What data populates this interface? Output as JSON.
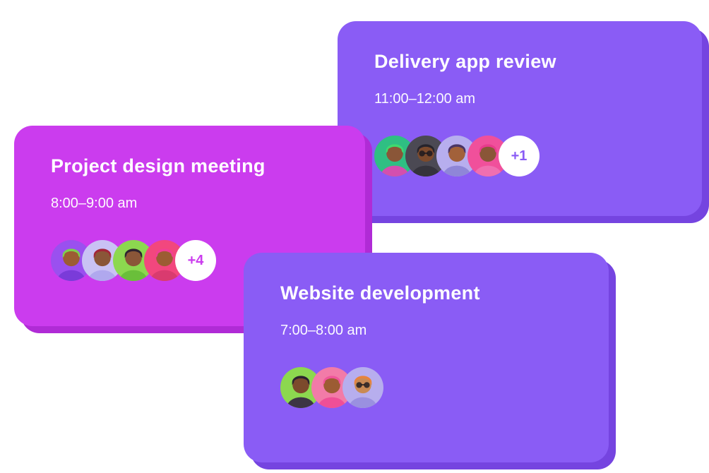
{
  "page": {
    "background_color": "#ffffff"
  },
  "cards": [
    {
      "name": "delivery-app-review",
      "title": "Delivery app review",
      "time": "11:00–12:00 am",
      "overflow_label": "+1",
      "colors": {
        "background": "#8a5cf5",
        "shadow": "#7544e0",
        "text": "#ffffff",
        "badge_background": "#ffffff",
        "badge_text": "#8a5cf5"
      },
      "avatars": [
        {
          "name": "green-hair-person",
          "bg": "#2fbf83",
          "skin": "#8a5638",
          "hair": "#3fd96f",
          "shirt": "#d44fae",
          "glasses": false
        },
        {
          "name": "bearded-man",
          "bg": "#4b4953",
          "skin": "#7c4a2c",
          "hair": "#26242c",
          "shirt": "#35333c",
          "glasses": true
        },
        {
          "name": "purple-hair-person",
          "bg": "#b7aeee",
          "skin": "#a2613a",
          "hair": "#4a3566",
          "shirt": "#8f86d8",
          "glasses": false
        },
        {
          "name": "pink-cap-person",
          "bg": "#f0509b",
          "skin": "#8a5638",
          "hair": "#e83b8c",
          "shirt": "#f06fb0",
          "glasses": false
        }
      ]
    },
    {
      "name": "project-design-meeting",
      "title": "Project design meeting",
      "time": "8:00–9:00 am",
      "overflow_label": "+4",
      "colors": {
        "background": "#cb3cee",
        "shadow": "#b02bd6",
        "text": "#ffffff",
        "badge_background": "#ffffff",
        "badge_text": "#cb3cee"
      },
      "avatars": [
        {
          "name": "green-hair-person",
          "bg": "#9a50ef",
          "skin": "#9c5c33",
          "hair": "#7ed04f",
          "shirt": "#7a3bd9",
          "glasses": false
        },
        {
          "name": "red-hat-person",
          "bg": "#c9c2f4",
          "skin": "#8a5638",
          "hair": "#a32638",
          "shirt": "#b0a8ee",
          "glasses": false
        },
        {
          "name": "dark-hair-kid",
          "bg": "#8cd84f",
          "skin": "#8a5638",
          "hair": "#2e2430",
          "shirt": "#6abf3a",
          "glasses": false
        },
        {
          "name": "pink-cap-person",
          "bg": "#f2477e",
          "skin": "#9c5c33",
          "hair": "#f23f95",
          "shirt": "#d93b6f",
          "glasses": false
        }
      ]
    },
    {
      "name": "website-development",
      "title": "Website development",
      "time": "7:00–8:00 am",
      "overflow_label": null,
      "colors": {
        "background": "#8a5cf5",
        "shadow": "#7544e0",
        "text": "#ffffff",
        "badge_background": "#ffffff",
        "badge_text": "#8a5cf5"
      },
      "avatars": [
        {
          "name": "dark-hair-man",
          "bg": "#8cd84f",
          "skin": "#7c4a2c",
          "hair": "#2b2230",
          "shirt": "#3c3544",
          "glasses": false
        },
        {
          "name": "pink-hijab-woman",
          "bg": "#f27ba8",
          "skin": "#9c5c33",
          "hair": "#f0559b",
          "shirt": "#ef4f97",
          "glasses": false
        },
        {
          "name": "orange-hair-person",
          "bg": "#b7aeee",
          "skin": "#c98a54",
          "hair": "#e8833c",
          "shirt": "#9a90e0",
          "glasses": true
        }
      ]
    }
  ]
}
